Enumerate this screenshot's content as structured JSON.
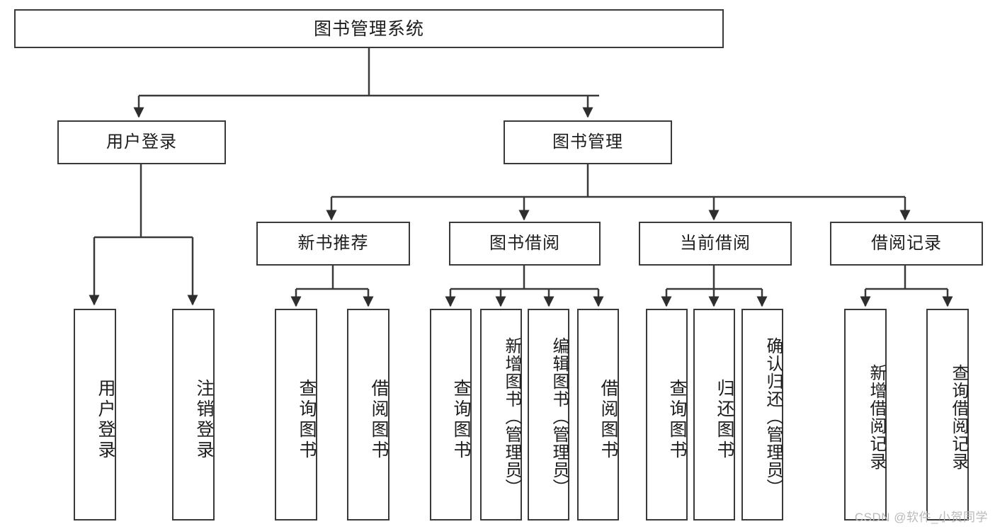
{
  "diagram": {
    "title": "图书管理系统",
    "type": "hierarchy-tree",
    "root": {
      "id": "root",
      "label": "图书管理系统"
    },
    "level2": [
      {
        "id": "user-login",
        "label": "用户登录"
      },
      {
        "id": "book-management",
        "label": "图书管理"
      }
    ],
    "level3": [
      {
        "id": "new-book-recommend",
        "label": "新书推荐",
        "parent": "book-management"
      },
      {
        "id": "book-borrow",
        "label": "图书借阅",
        "parent": "book-management"
      },
      {
        "id": "current-borrow",
        "label": "当前借阅",
        "parent": "book-management"
      },
      {
        "id": "borrow-record",
        "label": "借阅记录",
        "parent": "book-management"
      }
    ],
    "leaves": [
      {
        "id": "leaf-user-login",
        "label": "用户登录",
        "parent": "user-login"
      },
      {
        "id": "leaf-logout-login",
        "label": "注销登录",
        "parent": "user-login"
      },
      {
        "id": "leaf-query-book-1",
        "label": "查询图书",
        "parent": "new-book-recommend"
      },
      {
        "id": "leaf-borrow-book-1",
        "label": "借阅图书",
        "parent": "new-book-recommend"
      },
      {
        "id": "leaf-query-book-2",
        "label": "查询图书",
        "parent": "book-borrow"
      },
      {
        "id": "leaf-add-book",
        "label": "新增图书（管理员）",
        "parent": "book-borrow"
      },
      {
        "id": "leaf-edit-book",
        "label": "编辑图书（管理员）",
        "parent": "book-borrow"
      },
      {
        "id": "leaf-borrow-book-2",
        "label": "借阅图书",
        "parent": "book-borrow"
      },
      {
        "id": "leaf-query-book-3",
        "label": "查询图书",
        "parent": "current-borrow"
      },
      {
        "id": "leaf-return-book",
        "label": "归还图书",
        "parent": "current-borrow"
      },
      {
        "id": "leaf-confirm-return",
        "label": "确认归还（管理员）",
        "parent": "current-borrow"
      },
      {
        "id": "leaf-add-record",
        "label": "新增借阅记录",
        "parent": "borrow-record"
      },
      {
        "id": "leaf-query-record",
        "label": "查询借阅记录",
        "parent": "borrow-record"
      }
    ]
  },
  "watermark": {
    "text": "CSDN @软件_小贺同学"
  },
  "colors": {
    "stroke": "#3a3a3a",
    "text": "#1d1d1d",
    "background": "#ffffff",
    "watermark": "#b9b9b9"
  }
}
